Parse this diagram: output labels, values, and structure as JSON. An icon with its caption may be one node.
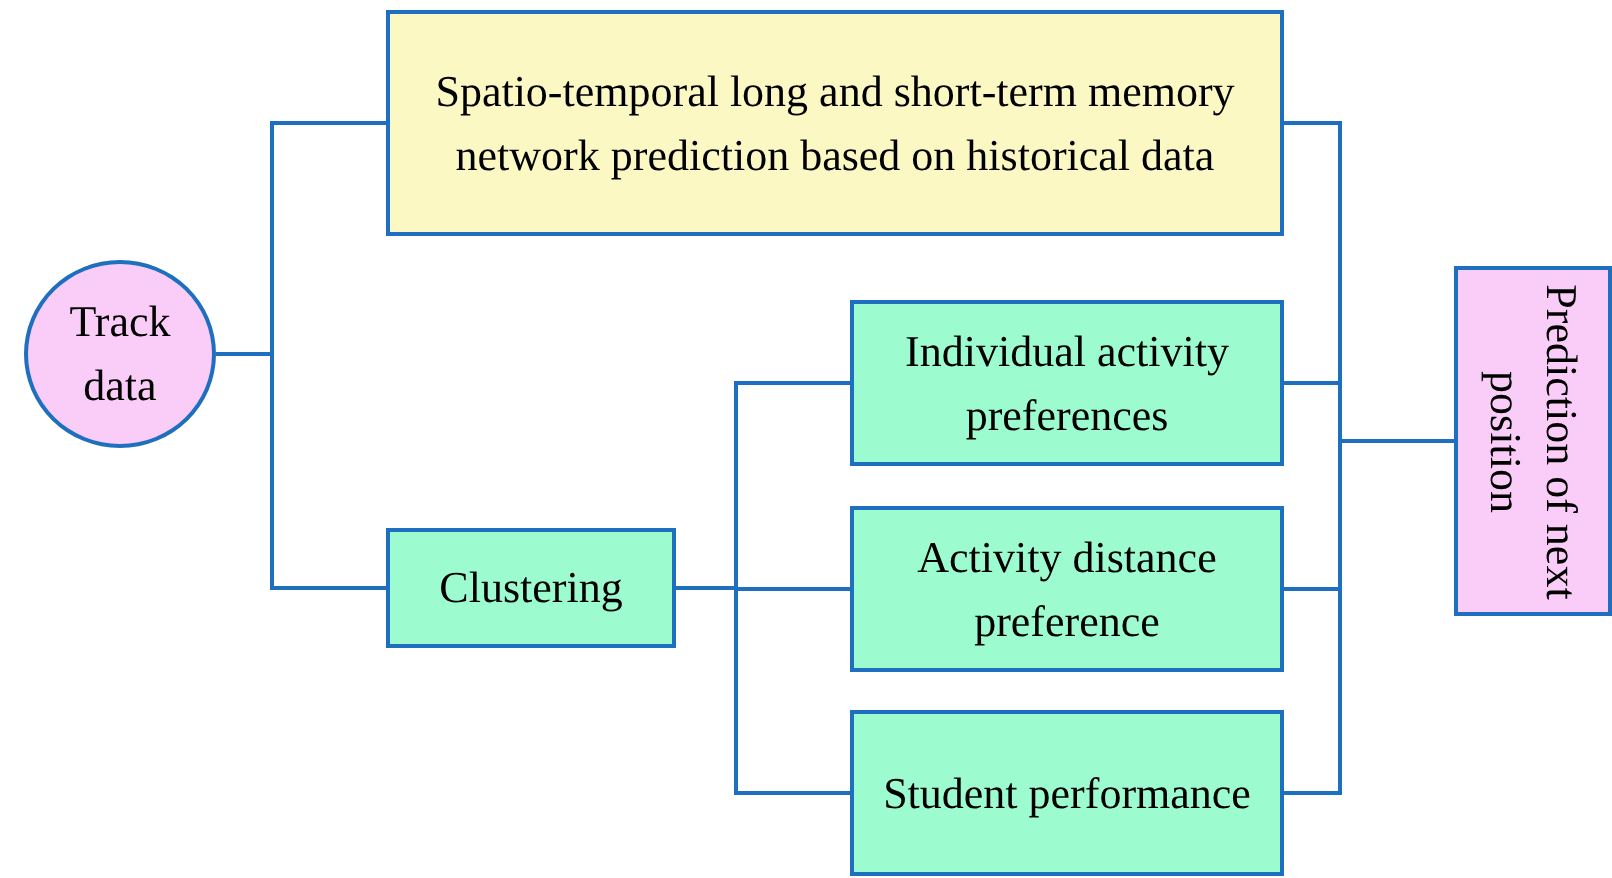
{
  "diagram": {
    "nodes": [
      {
        "text": [
          "Track data"
        ]
      },
      {
        "text": [
          "Spatio-temporal long and short-term memory network prediction based on historical data"
        ]
      },
      {
        "text": [
          "Clustering"
        ]
      },
      {
        "text": [
          "Individual activity preferences"
        ]
      },
      {
        "text": [
          "Activity distance preference"
        ]
      },
      {
        "text": [
          "Student performance"
        ]
      },
      {
        "text": [
          "Prediction of next position"
        ]
      }
    ],
    "edges": [
      {
        "from": 0,
        "to": 1,
        "arrow": "none"
      },
      {
        "from": 0,
        "to": 2,
        "arrow": "none"
      },
      {
        "from": 2,
        "to": 3,
        "arrow": "none"
      },
      {
        "from": 2,
        "to": 4,
        "arrow": "none"
      },
      {
        "from": 2,
        "to": 5,
        "arrow": "none"
      },
      {
        "from": 1,
        "to": 6,
        "arrow": "none"
      },
      {
        "from": 3,
        "to": 6,
        "arrow": "none"
      },
      {
        "from": 4,
        "to": 6,
        "arrow": "none"
      },
      {
        "from": 5,
        "to": 6,
        "arrow": "none"
      }
    ]
  }
}
